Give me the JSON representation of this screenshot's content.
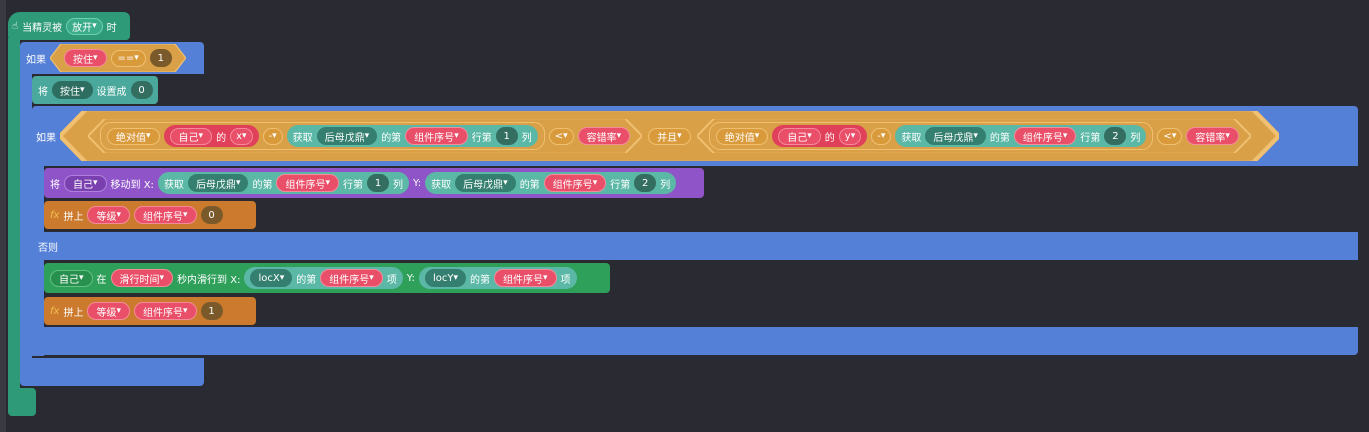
{
  "event": {
    "prefix": "当精灵被",
    "dropdown": "放开",
    "suffix": "时"
  },
  "if1": {
    "label": "如果",
    "var": "按住",
    "op": "==",
    "value": "1"
  },
  "set1": {
    "label": "将",
    "var": "按住",
    "mid": "设置成",
    "value": "0"
  },
  "if2": {
    "label": "如果",
    "abs_label": "绝对值",
    "self": "自己",
    "of": "的",
    "x_prop": "x",
    "y_prop": "y",
    "minus": "-",
    "get": "获取",
    "list": "后母戊鼎",
    "item_of": "的第",
    "index": "组件序号",
    "row_suffix": "行第",
    "col1": "1",
    "col2": "2",
    "col_suffix": "列",
    "lt": "<",
    "tolerance": "容错率",
    "and": "并且"
  },
  "move": {
    "label": "将",
    "target": "自己",
    "action": "移动到 X:",
    "get": "获取",
    "list": "后母戊鼎",
    "item_of": "的第",
    "index": "组件序号",
    "row_suffix": "行第",
    "col1": "1",
    "col2": "2",
    "col_suffix": "列",
    "ylabel": "Y:"
  },
  "append1": {
    "fx": "fx",
    "label": "拼上",
    "var": "等级",
    "var2": "组件序号",
    "value": "0"
  },
  "else": {
    "label": "否则"
  },
  "glide": {
    "target": "自己",
    "at": "在",
    "duration": "滑行时间",
    "action": "秒内滑行到 X:",
    "xvar": "locX",
    "item_of": "的第",
    "index": "组件序号",
    "item": "项",
    "ylabel": "Y:",
    "yvar": "locY"
  },
  "append2": {
    "fx": "fx",
    "label": "拼上",
    "var": "等级",
    "var2": "组件序号",
    "value": "1"
  }
}
